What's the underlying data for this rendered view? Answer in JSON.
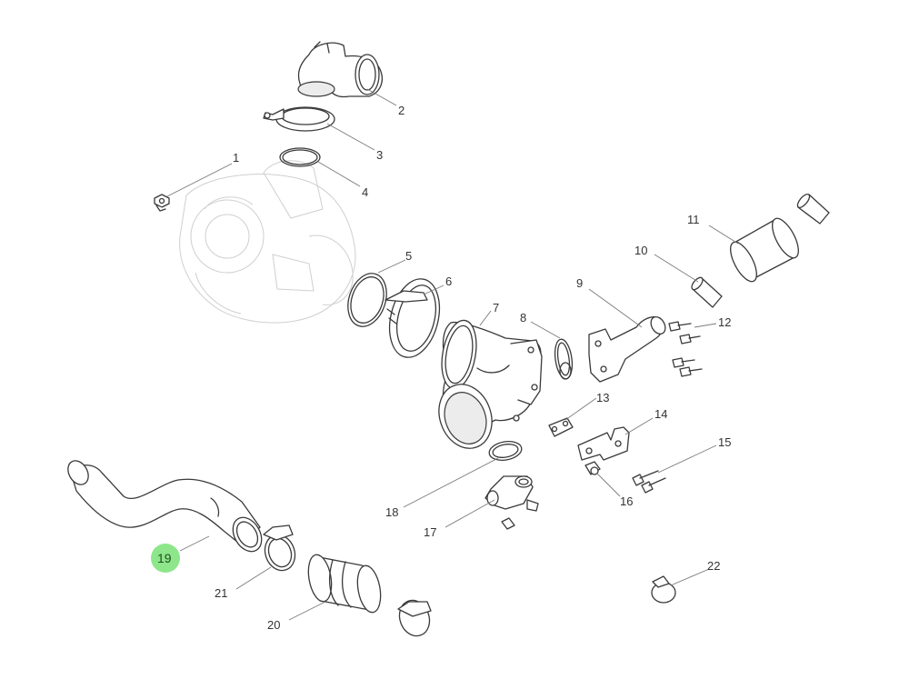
{
  "diagram": {
    "highlight_color": "#8ee68b",
    "highlighted_part": "19",
    "callouts": [
      {
        "id": "1",
        "label": "1"
      },
      {
        "id": "2",
        "label": "2"
      },
      {
        "id": "3",
        "label": "3"
      },
      {
        "id": "4",
        "label": "4"
      },
      {
        "id": "5",
        "label": "5"
      },
      {
        "id": "6",
        "label": "6"
      },
      {
        "id": "7",
        "label": "7"
      },
      {
        "id": "8",
        "label": "8"
      },
      {
        "id": "9",
        "label": "9"
      },
      {
        "id": "10",
        "label": "10"
      },
      {
        "id": "11",
        "label": "11"
      },
      {
        "id": "12",
        "label": "12"
      },
      {
        "id": "13",
        "label": "13"
      },
      {
        "id": "14",
        "label": "14"
      },
      {
        "id": "15",
        "label": "15"
      },
      {
        "id": "16",
        "label": "16"
      },
      {
        "id": "17",
        "label": "17"
      },
      {
        "id": "18",
        "label": "18"
      },
      {
        "id": "19",
        "label": "19"
      },
      {
        "id": "20",
        "label": "20"
      },
      {
        "id": "21",
        "label": "21"
      },
      {
        "id": "22",
        "label": "22"
      }
    ]
  }
}
